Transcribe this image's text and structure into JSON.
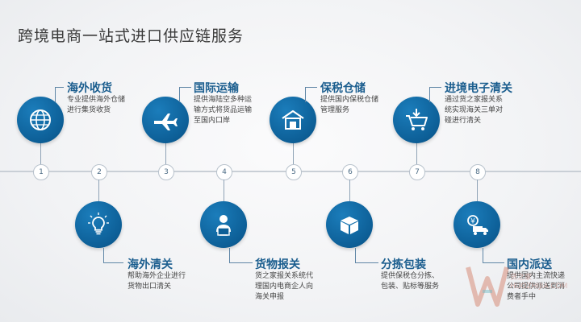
{
  "page": {
    "title": "跨境电商一站式进口供应链服务"
  },
  "steps": [
    {
      "num": "1",
      "title": "海外收货",
      "desc": "专业提供海外仓储进行集货收货",
      "icon": "globe-icon"
    },
    {
      "num": "2",
      "title": "海外清关",
      "desc": "帮助海外企业进行货物出口清关",
      "icon": "lightbulb-icon"
    },
    {
      "num": "3",
      "title": "国际运输",
      "desc": "提供海陆空多种运输方式将货品运输至国内口岸",
      "icon": "airplane-icon"
    },
    {
      "num": "4",
      "title": "货物报关",
      "desc": "货之家报关系统代理国内电商企人向海关申报",
      "icon": "agent-icon"
    },
    {
      "num": "5",
      "title": "保税仓储",
      "desc": "提供国内保税仓储管理服务",
      "icon": "warehouse-icon"
    },
    {
      "num": "6",
      "title": "分拣包装",
      "desc": "提供保税仓分拣、包装、贴标等服务",
      "icon": "box-icon"
    },
    {
      "num": "7",
      "title": "进境电子清关",
      "desc": "通过货之家报关系统实现海关三单对碰进行清关",
      "icon": "cart-icon"
    },
    {
      "num": "8",
      "title": "国内派送",
      "desc": "提供国内主流快递公司提供派送到消费者手中",
      "icon": "delivery-truck-icon"
    }
  ],
  "watermark": {
    "lines": [
      "货之家",
      "HUOZHIJIA.COM"
    ],
    "icon": "logo-w-icon"
  },
  "colors": {
    "primary": "#0d5f97",
    "title": "#1a5d8e",
    "line": "#c9cfd6"
  }
}
